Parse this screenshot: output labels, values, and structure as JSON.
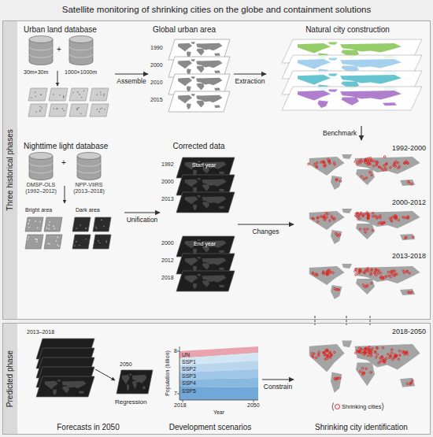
{
  "diagram": {
    "title": "Satellite monitoring of shrinking cities on the globe and containment solutions",
    "nodes": [
      {
        "text": [
          "Three historical phases"
        ]
      },
      {
        "text": [
          "Urban land database"
        ],
        "in": 0
      },
      {
        "text": [
          "Global urban area"
        ],
        "in": 0
      },
      {
        "text": [
          "Natural city construction"
        ],
        "in": 0
      },
      {
        "text": [
          "Nighttime light database"
        ],
        "in": 0
      },
      {
        "text": [
          "Corrected data"
        ],
        "in": 0
      },
      {
        "text": [
          "1992-2000",
          "2000-2012",
          "2013-2018"
        ],
        "in": 0
      },
      {
        "text": [
          "Predicted phase"
        ]
      },
      {
        "text": [
          "Forecasts in 2050"
        ],
        "in": 7
      },
      {
        "text": [
          "Development scenarios"
        ],
        "in": 7
      },
      {
        "text": [
          "2018-2050",
          "Shrinking city identification"
        ],
        "in": 7
      }
    ],
    "edges": [
      {
        "from": 1,
        "to": 2,
        "label": "Assemble",
        "arrow": "to"
      },
      {
        "from": 2,
        "to": 3,
        "label": "Extraction",
        "arrow": "to"
      },
      {
        "from": 3,
        "to": 6,
        "label": "Benchmark",
        "arrow": "to"
      },
      {
        "from": 4,
        "to": 5,
        "label": "Unification",
        "arrow": "to"
      },
      {
        "from": 5,
        "to": 6,
        "label": "Changes",
        "arrow": "to"
      },
      {
        "from": 9,
        "to": 10,
        "label": "Constrain",
        "arrow": "to"
      },
      {
        "from": 6,
        "to": 10,
        "arrow": "none"
      }
    ],
    "labels": [
      "30m×30m",
      "+",
      "1000×1000m",
      "1990",
      "2000",
      "2010",
      "2015",
      "DMSP-OLS (1992–2012)",
      "+",
      "NPP-VIIRS (2013–2018)",
      "Bright area",
      "Dark area",
      "1992",
      "Start year",
      "2000",
      "2013",
      "2000",
      "End year",
      "2012",
      "2018",
      "2013–2018",
      "2050",
      "Regression",
      "Population (billion)",
      "8",
      "7",
      "UN",
      "SSP1",
      "SSP2",
      "SSP3",
      "SSP4",
      "SSP5",
      "2018",
      "2050",
      "Year"
    ],
    "legend": [
      {
        "text": "Shrinking cities"
      }
    ]
  }
}
